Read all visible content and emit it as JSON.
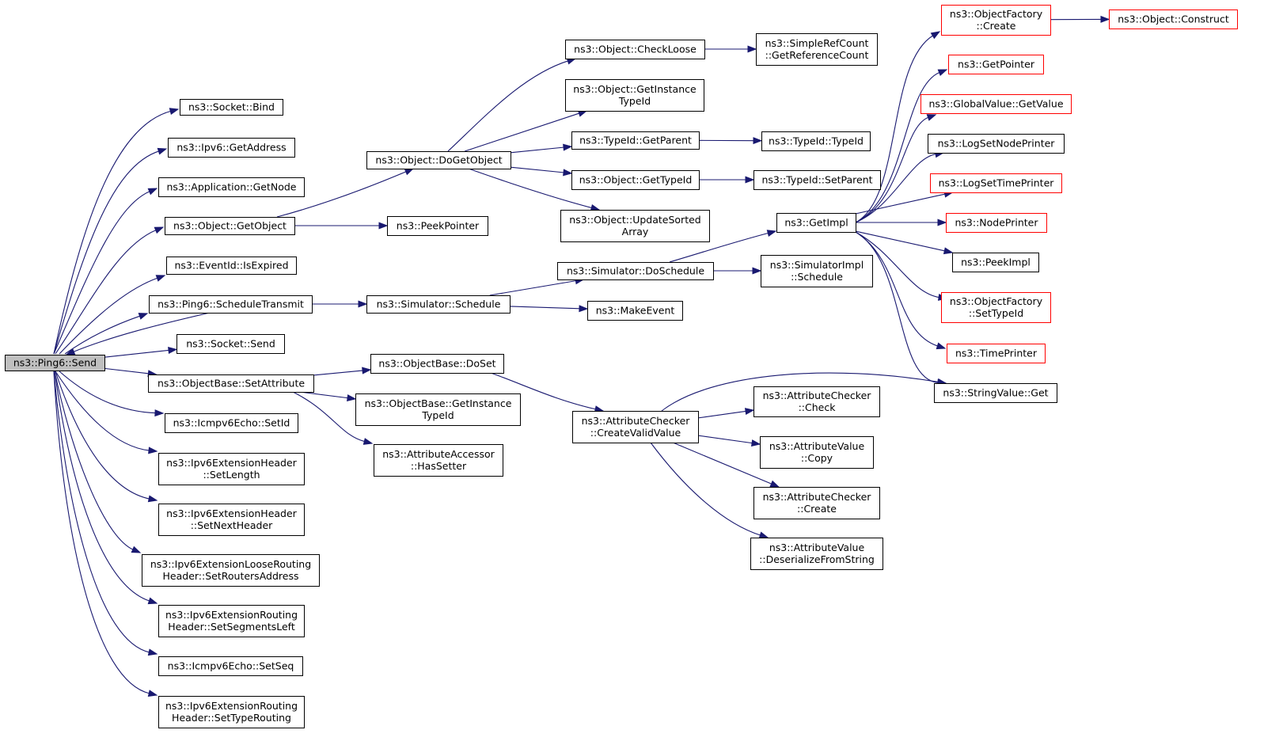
{
  "colors": {
    "edge": "#191970",
    "border": "#000000",
    "truncated_border": "#ff0000",
    "root_fill": "#bfbfbf"
  },
  "nodes": {
    "ping6_send": {
      "lines": [
        "ns3::Ping6::Send"
      ],
      "root": true
    },
    "socket_bind": {
      "lines": [
        "ns3::Socket::Bind"
      ]
    },
    "ipv6_getaddress": {
      "lines": [
        "ns3::Ipv6::GetAddress"
      ]
    },
    "application_getnode": {
      "lines": [
        "ns3::Application::GetNode"
      ]
    },
    "object_getobject": {
      "lines": [
        "ns3::Object::GetObject"
      ]
    },
    "eventid_isexpired": {
      "lines": [
        "ns3::EventId::IsExpired"
      ]
    },
    "ping6_scheduletransmit": {
      "lines": [
        "ns3::Ping6::ScheduleTransmit"
      ]
    },
    "socket_send": {
      "lines": [
        "ns3::Socket::Send"
      ]
    },
    "objectbase_setattribute": {
      "lines": [
        "ns3::ObjectBase::SetAttribute"
      ]
    },
    "icmpv6echo_setid": {
      "lines": [
        "ns3::Icmpv6Echo::SetId"
      ]
    },
    "ipv6ext_setlength": {
      "lines": [
        "ns3::Ipv6ExtensionHeader",
        "::SetLength"
      ]
    },
    "ipv6ext_setnextheader": {
      "lines": [
        "ns3::Ipv6ExtensionHeader",
        "::SetNextHeader"
      ]
    },
    "ipv6ext_setroutersaddress": {
      "lines": [
        "ns3::Ipv6ExtensionLooseRouting",
        "Header::SetRoutersAddress"
      ]
    },
    "ipv6ext_setsegmentsleft": {
      "lines": [
        "ns3::Ipv6ExtensionRouting",
        "Header::SetSegmentsLeft"
      ]
    },
    "icmpv6echo_setseq": {
      "lines": [
        "ns3::Icmpv6Echo::SetSeq"
      ]
    },
    "ipv6ext_settyperouting": {
      "lines": [
        "ns3::Ipv6ExtensionRouting",
        "Header::SetTypeRouting"
      ]
    },
    "object_dogetobject": {
      "lines": [
        "ns3::Object::DoGetObject"
      ]
    },
    "peekpointer": {
      "lines": [
        "ns3::PeekPointer"
      ]
    },
    "simulator_schedule": {
      "lines": [
        "ns3::Simulator::Schedule"
      ]
    },
    "objectbase_doset": {
      "lines": [
        "ns3::ObjectBase::DoSet"
      ]
    },
    "objectbase_getinstancetypeid": {
      "lines": [
        "ns3::ObjectBase::GetInstance",
        "TypeId"
      ]
    },
    "attributeaccessor_hassetter": {
      "lines": [
        "ns3::AttributeAccessor",
        "::HasSetter"
      ]
    },
    "object_checkloose": {
      "lines": [
        "ns3::Object::CheckLoose"
      ]
    },
    "object_getinstancetypeid": {
      "lines": [
        "ns3::Object::GetInstance",
        "TypeId"
      ]
    },
    "typeid_getparent": {
      "lines": [
        "ns3::TypeId::GetParent"
      ]
    },
    "object_gettypeid": {
      "lines": [
        "ns3::Object::GetTypeId"
      ]
    },
    "object_updatesortedarray": {
      "lines": [
        "ns3::Object::UpdateSorted",
        "Array"
      ]
    },
    "simulator_doschedule": {
      "lines": [
        "ns3::Simulator::DoSchedule"
      ]
    },
    "makeevent": {
      "lines": [
        "ns3::MakeEvent"
      ]
    },
    "attributechecker_createvalidvalue": {
      "lines": [
        "ns3::AttributeChecker",
        "::CreateValidValue"
      ]
    },
    "simplerefcount_getreferencecount": {
      "lines": [
        "ns3::SimpleRefCount",
        "::GetReferenceCount"
      ]
    },
    "typeid_typeid": {
      "lines": [
        "ns3::TypeId::TypeId"
      ]
    },
    "typeid_setparent": {
      "lines": [
        "ns3::TypeId::SetParent"
      ]
    },
    "getimpl": {
      "lines": [
        "ns3::GetImpl"
      ]
    },
    "simulatorimpl_schedule": {
      "lines": [
        "ns3::SimulatorImpl",
        "::Schedule"
      ]
    },
    "attributechecker_check": {
      "lines": [
        "ns3::AttributeChecker",
        "::Check"
      ]
    },
    "attributevalue_copy": {
      "lines": [
        "ns3::AttributeValue",
        "::Copy"
      ]
    },
    "attributechecker_create": {
      "lines": [
        "ns3::AttributeChecker",
        "::Create"
      ]
    },
    "attributevalue_deserializefromstring": {
      "lines": [
        "ns3::AttributeValue",
        "::DeserializeFromString"
      ]
    },
    "objectfactory_create": {
      "lines": [
        "ns3::ObjectFactory",
        "::Create"
      ],
      "truncated": true
    },
    "getpointer": {
      "lines": [
        "ns3::GetPointer"
      ],
      "truncated": true
    },
    "globalvalue_getvalue": {
      "lines": [
        "ns3::GlobalValue::GetValue"
      ],
      "truncated": true
    },
    "logsetnodeprinter": {
      "lines": [
        "ns3::LogSetNodePrinter"
      ]
    },
    "logsettimeprinter": {
      "lines": [
        "ns3::LogSetTimePrinter"
      ],
      "truncated": true
    },
    "nodeprinter": {
      "lines": [
        "ns3::NodePrinter"
      ],
      "truncated": true
    },
    "peekimpl": {
      "lines": [
        "ns3::PeekImpl"
      ]
    },
    "objectfactory_settypeid": {
      "lines": [
        "ns3::ObjectFactory",
        "::SetTypeId"
      ],
      "truncated": true
    },
    "timeprinter": {
      "lines": [
        "ns3::TimePrinter"
      ],
      "truncated": true
    },
    "stringvalue_get": {
      "lines": [
        "ns3::StringValue::Get"
      ]
    },
    "object_construct": {
      "lines": [
        "ns3::Object::Construct"
      ],
      "truncated": true
    }
  },
  "edges": [
    [
      "ping6_send",
      "socket_bind"
    ],
    [
      "ping6_send",
      "ipv6_getaddress"
    ],
    [
      "ping6_send",
      "application_getnode"
    ],
    [
      "ping6_send",
      "object_getobject"
    ],
    [
      "ping6_send",
      "eventid_isexpired"
    ],
    [
      "ping6_send",
      "ping6_scheduletransmit"
    ],
    [
      "ping6_scheduletransmit",
      "ping6_send"
    ],
    [
      "ping6_send",
      "socket_send"
    ],
    [
      "ping6_send",
      "objectbase_setattribute"
    ],
    [
      "ping6_send",
      "icmpv6echo_setid"
    ],
    [
      "ping6_send",
      "ipv6ext_setlength"
    ],
    [
      "ping6_send",
      "ipv6ext_setnextheader"
    ],
    [
      "ping6_send",
      "ipv6ext_setroutersaddress"
    ],
    [
      "ping6_send",
      "ipv6ext_setsegmentsleft"
    ],
    [
      "ping6_send",
      "icmpv6echo_setseq"
    ],
    [
      "ping6_send",
      "ipv6ext_settyperouting"
    ],
    [
      "object_getobject",
      "object_dogetobject"
    ],
    [
      "object_getobject",
      "peekpointer"
    ],
    [
      "ping6_scheduletransmit",
      "simulator_schedule"
    ],
    [
      "objectbase_setattribute",
      "objectbase_doset"
    ],
    [
      "objectbase_setattribute",
      "objectbase_getinstancetypeid"
    ],
    [
      "objectbase_setattribute",
      "attributeaccessor_hassetter"
    ],
    [
      "object_dogetobject",
      "object_checkloose"
    ],
    [
      "object_dogetobject",
      "object_getinstancetypeid"
    ],
    [
      "object_dogetobject",
      "typeid_getparent"
    ],
    [
      "object_dogetobject",
      "object_gettypeid"
    ],
    [
      "object_dogetobject",
      "object_updatesortedarray"
    ],
    [
      "simulator_schedule",
      "simulator_doschedule"
    ],
    [
      "simulator_schedule",
      "makeevent"
    ],
    [
      "objectbase_doset",
      "attributechecker_createvalidvalue"
    ],
    [
      "object_checkloose",
      "simplerefcount_getreferencecount"
    ],
    [
      "typeid_getparent",
      "typeid_typeid"
    ],
    [
      "object_gettypeid",
      "typeid_setparent"
    ],
    [
      "simulator_doschedule",
      "getimpl"
    ],
    [
      "simulator_doschedule",
      "simulatorimpl_schedule"
    ],
    [
      "attributechecker_createvalidvalue",
      "stringvalue_get"
    ],
    [
      "attributechecker_createvalidvalue",
      "attributechecker_check"
    ],
    [
      "attributechecker_createvalidvalue",
      "attributevalue_copy"
    ],
    [
      "attributechecker_createvalidvalue",
      "attributechecker_create"
    ],
    [
      "attributechecker_createvalidvalue",
      "attributevalue_deserializefromstring"
    ],
    [
      "getimpl",
      "objectfactory_create"
    ],
    [
      "getimpl",
      "getpointer"
    ],
    [
      "getimpl",
      "globalvalue_getvalue"
    ],
    [
      "getimpl",
      "logsetnodeprinter"
    ],
    [
      "getimpl",
      "logsettimeprinter"
    ],
    [
      "getimpl",
      "nodeprinter"
    ],
    [
      "getimpl",
      "peekimpl"
    ],
    [
      "getimpl",
      "objectfactory_settypeid"
    ],
    [
      "getimpl",
      "timeprinter"
    ],
    [
      "getimpl",
      "stringvalue_get"
    ],
    [
      "objectfactory_create",
      "object_construct"
    ]
  ]
}
